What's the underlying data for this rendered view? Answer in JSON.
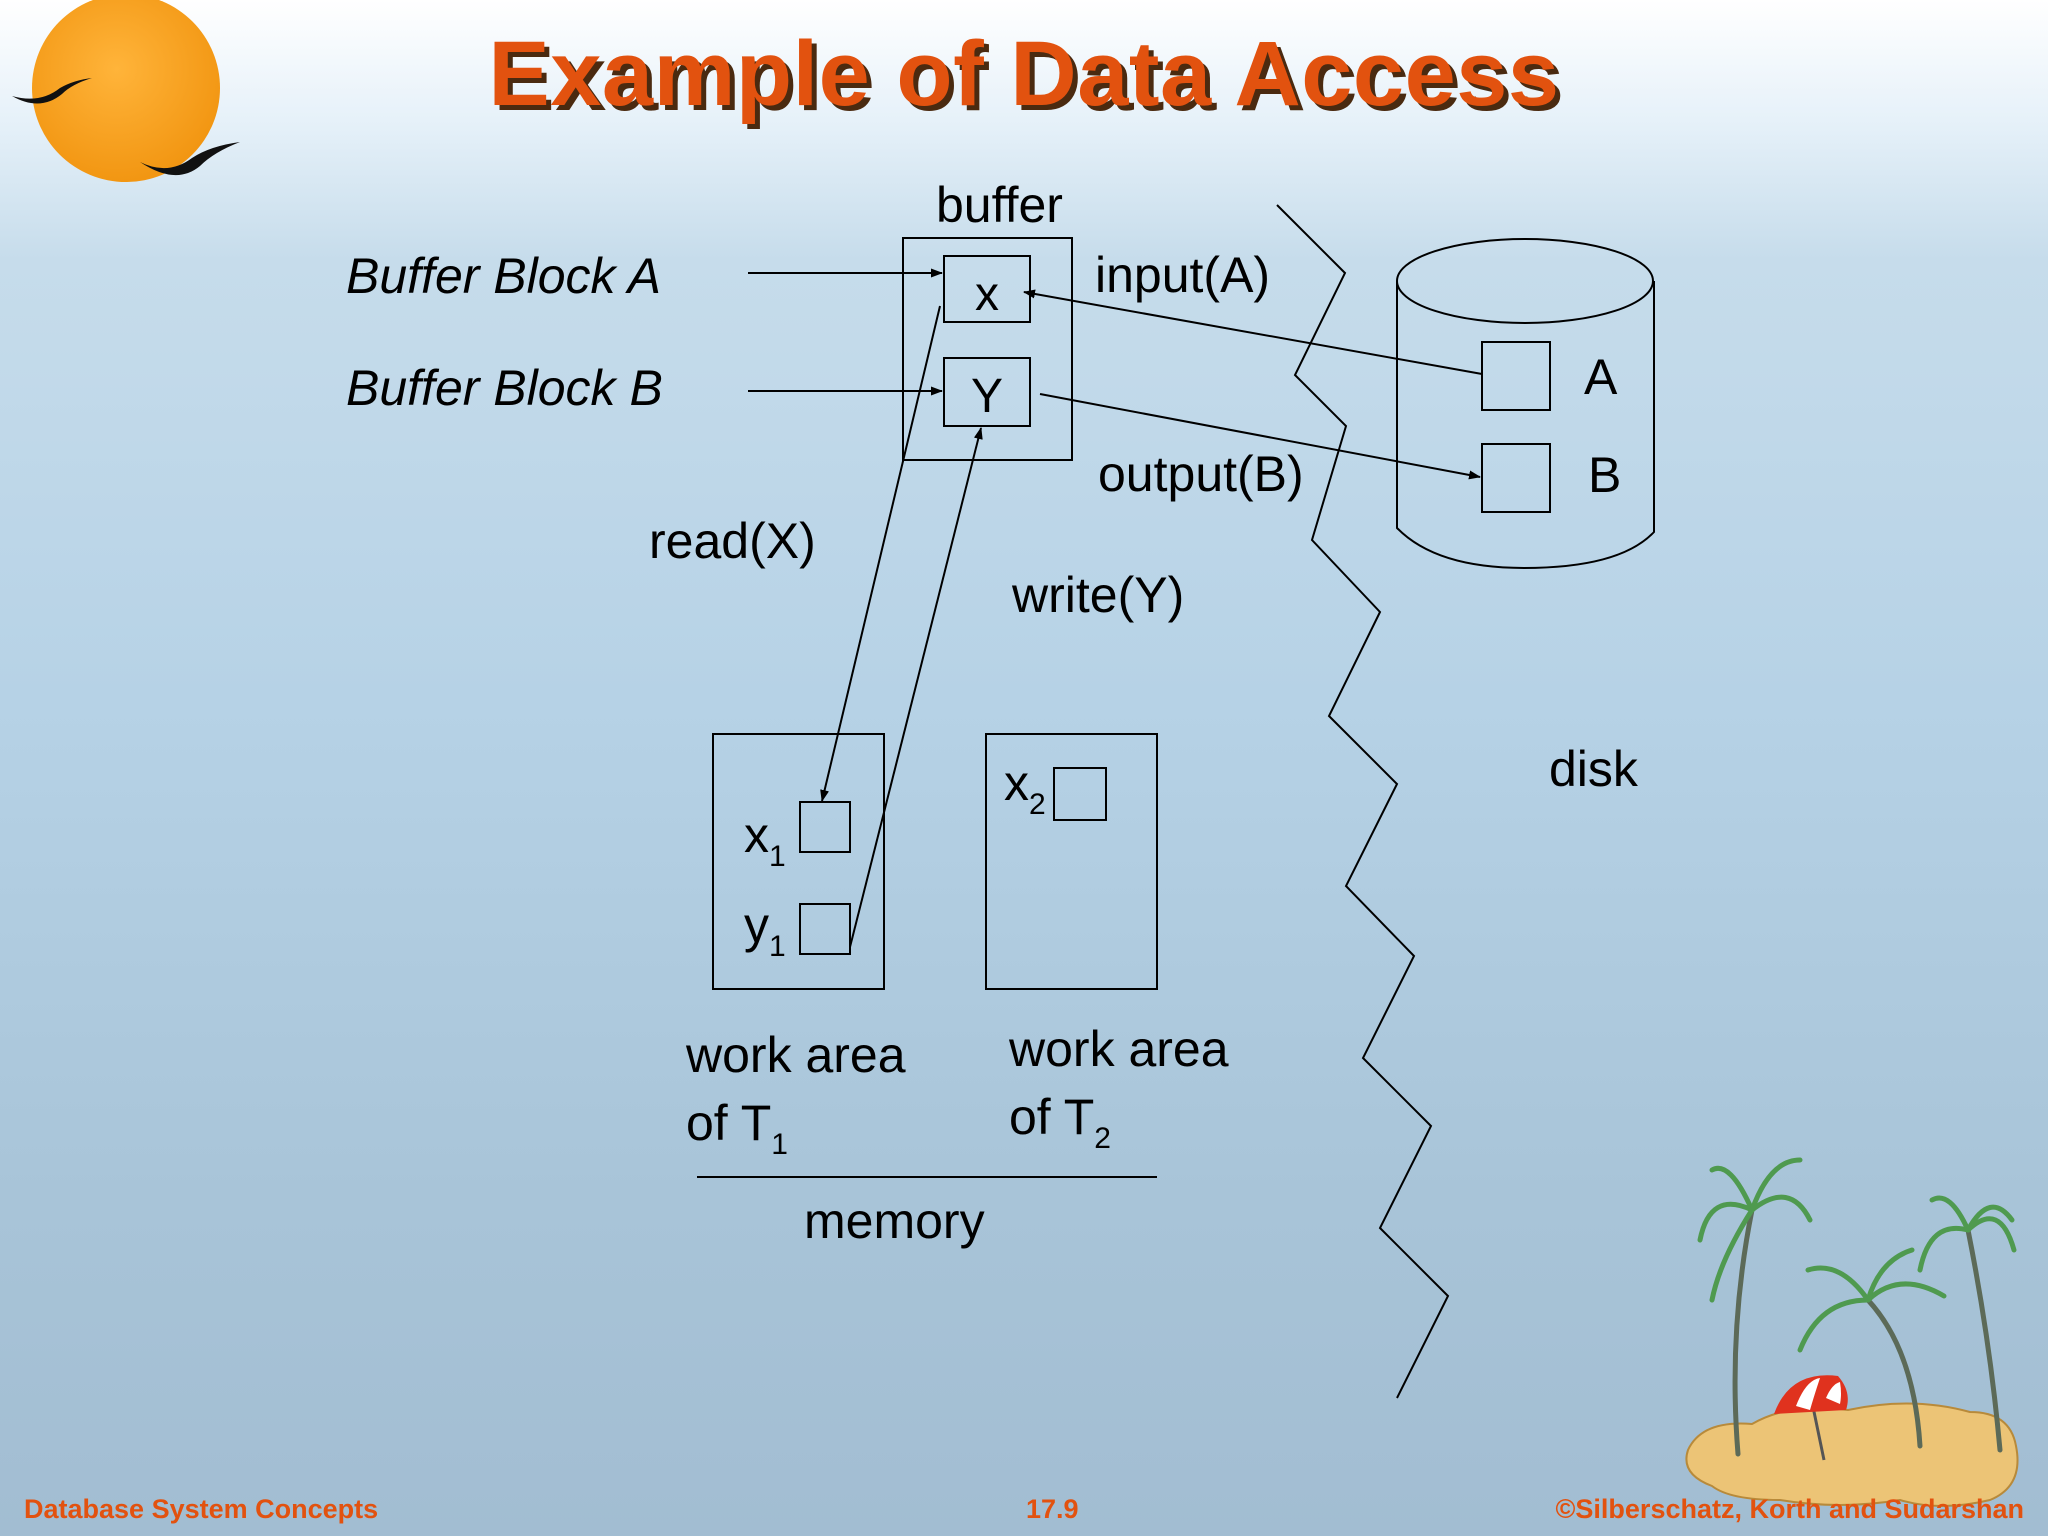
{
  "slide": {
    "title": "Example of Data Access"
  },
  "diagram": {
    "buffer_label": "buffer",
    "buffer_block_a": "Buffer Block A",
    "buffer_block_b": "Buffer Block B",
    "block_x": "x",
    "block_y": "Y",
    "input_label": "input(A)",
    "output_label": "output(B)",
    "read_label": "read(X)",
    "write_label": "write(Y)",
    "disk_block_a": "A",
    "disk_block_b": "B",
    "disk_label": "disk",
    "t1_x_var": "x",
    "t1_x_sub": "1",
    "t1_y_var": "y",
    "t1_y_sub": "1",
    "t2_x_var": "x",
    "t2_x_sub": "2",
    "work_area_t1_line1": "work area",
    "work_area_t1_line2": "of T",
    "work_area_t1_sub": "1",
    "work_area_t2_line1": "work area",
    "work_area_t2_line2": "of T",
    "work_area_t2_sub": "2",
    "memory_label": "memory"
  },
  "footer": {
    "left": "Database System Concepts",
    "center": "17.9",
    "right": "©Silberschatz, Korth and Sudarshan"
  },
  "colors": {
    "title": "#e2520f",
    "title_shadow": "#4a2a10",
    "footer": "#e2520f",
    "sun": "#f7a21b",
    "palm_green": "#4f9a4f",
    "sand": "#ecc476"
  },
  "decor": {
    "top_left": "sun-with-birds-logo",
    "bottom_right": "palm-island-with-umbrella"
  }
}
